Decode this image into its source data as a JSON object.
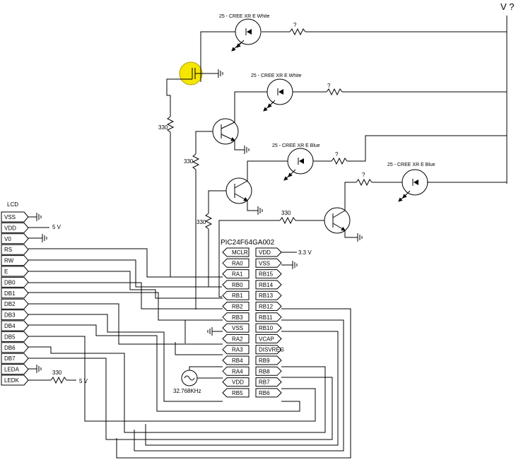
{
  "supply_label": "V ?",
  "mcu_name": "PIC24F64GA002",
  "lcd_title": "LCD",
  "led_labels": [
    "25 - CREE XR E White",
    "25 - CREE XR E White",
    "25 - CREE XR E Blue",
    "25 - CREE XR E Blue"
  ],
  "led_resistor_labels": [
    "?",
    "?",
    "?",
    "?"
  ],
  "base_resistor_labels": [
    "330",
    "330",
    "330",
    "330"
  ],
  "led_k_resistor_label": "330",
  "vdd_lcd_label": "5 V",
  "ledk_supply_label": "5 V",
  "mcu_supply_label": "3.3 V",
  "crystal_label": "32.768KHz",
  "lcd_pins": [
    "VSS",
    "VDD",
    "V0",
    "RS",
    "RW",
    "E",
    "DB0",
    "DB1",
    "DB2",
    "DB3",
    "DB4",
    "DB5",
    "DB6",
    "DB7",
    "LEDA",
    "LEDK"
  ],
  "mcu_left_pins": [
    "MCLR",
    "RA0",
    "RA1",
    "RB0",
    "RB1",
    "RB2",
    "RB3",
    "VSS",
    "RA2",
    "RA3",
    "RB4",
    "RA4",
    "VDD",
    "RB5"
  ],
  "mcu_right_pins": [
    "VDD",
    "VSS",
    "RB15",
    "RB14",
    "RB13",
    "RB12",
    "RB11",
    "RB10",
    "VCAP",
    "DISVREG",
    "RB9",
    "RB8",
    "RB7",
    "RB6"
  ],
  "highlight_color": "#f5e600"
}
